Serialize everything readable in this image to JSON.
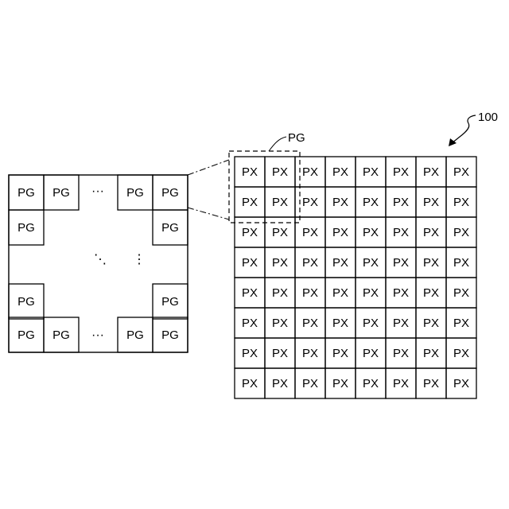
{
  "figure": {
    "reference_numeral": "100",
    "pixel_array": {
      "rows": 8,
      "cols": 8,
      "cell_label": "PX"
    },
    "pixel_group_callout": {
      "label": "PG"
    },
    "group_detail": {
      "cell_label": "PG",
      "top_row": [
        "PG",
        "PG",
        "···",
        "PG",
        "PG"
      ],
      "second_row": [
        "PG",
        "PG"
      ],
      "fourth_row": [
        "PG",
        "PG"
      ],
      "bottom_row": [
        "PG",
        "PG",
        "···",
        "PG",
        "PG"
      ],
      "diag_ellipsis": "⋱",
      "vert_ellipsis": "⋮"
    }
  }
}
